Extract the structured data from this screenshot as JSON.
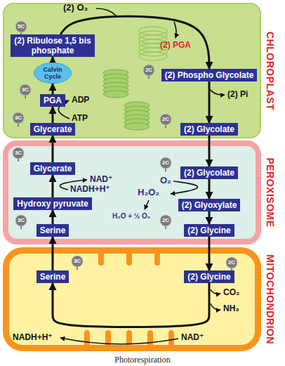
{
  "diagram": {
    "caption": "Photorespiration",
    "nodes": [
      {
        "text": [
          "CHLOROPLAST"
        ]
      },
      {
        "text": [
          "(2) Ribulose 1,5 bis phosphate"
        ],
        "in": 0
      },
      {
        "text": [
          "(2) Phospho Glycolate"
        ],
        "in": 0
      },
      {
        "text": [
          "Calvin Cycle"
        ],
        "in": 0
      },
      {
        "text": [
          "PGA"
        ],
        "in": 0
      },
      {
        "text": [
          "Glycerate"
        ],
        "in": 0
      },
      {
        "text": [
          "(2) Glycolate"
        ],
        "in": 0
      },
      {
        "text": [
          "PEROXISOME"
        ]
      },
      {
        "text": [
          "Glycerate"
        ],
        "in": 7
      },
      {
        "text": [
          "(2) Glycolate"
        ],
        "in": 7
      },
      {
        "text": [
          "Hydroxy pyruvate"
        ],
        "in": 7
      },
      {
        "text": [
          "(2) Glyoxylate"
        ],
        "in": 7
      },
      {
        "text": [
          "Serine"
        ],
        "in": 7
      },
      {
        "text": [
          "(2) Glycine"
        ],
        "in": 7
      },
      {
        "text": [
          "MITOCHONDRION"
        ]
      },
      {
        "text": [
          "Serine"
        ],
        "in": 14
      },
      {
        "text": [
          "(2) Glycine"
        ],
        "in": 14
      }
    ],
    "edges": [
      {
        "from": 1,
        "to": 2,
        "arrow": "to"
      },
      {
        "from": 2,
        "to": 6,
        "arrow": "to"
      },
      {
        "from": 6,
        "to": 9,
        "arrow": "to"
      },
      {
        "from": 9,
        "to": 11,
        "arrow": "to"
      },
      {
        "from": 11,
        "to": 13,
        "arrow": "to"
      },
      {
        "from": 13,
        "to": 16,
        "arrow": "to"
      },
      {
        "from": 16,
        "to": 15,
        "arrow": "to"
      },
      {
        "from": 15,
        "to": 12,
        "arrow": "to"
      },
      {
        "from": 12,
        "to": 10,
        "arrow": "to"
      },
      {
        "from": 10,
        "to": 8,
        "arrow": "to"
      },
      {
        "from": 8,
        "to": 5,
        "arrow": "to"
      },
      {
        "from": 5,
        "to": 4,
        "arrow": "to"
      },
      {
        "from": 4,
        "to": 3,
        "arrow": "to"
      },
      {
        "from": 3,
        "to": 1,
        "arrow": "to"
      }
    ],
    "labels": [
      "(2) O₂",
      "5C",
      "(2) PGA",
      "2C",
      "3C",
      "ADP",
      "(2) Pi",
      "ATP",
      "3C",
      "2C",
      "3C",
      "NAD⁺",
      "O₂",
      "2C",
      "NADH+H⁺",
      "H₂O₂",
      "H₂O + ½ O₂",
      "3C",
      "2C",
      "3C",
      "2C",
      "CO₂",
      "NH₃",
      "NADH+H⁺",
      "NAD⁺"
    ]
  }
}
